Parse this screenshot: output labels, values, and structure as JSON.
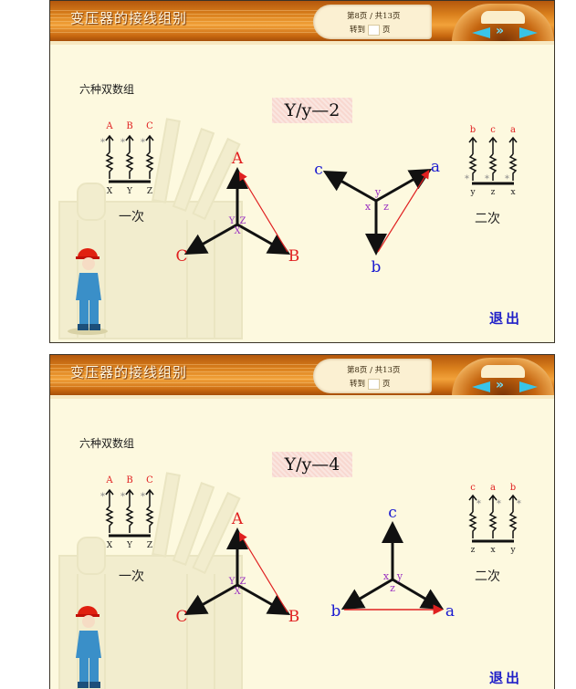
{
  "slides": [
    {
      "header": {
        "title": "变压器的接线组别",
        "page_info": "第8页 / 共13页",
        "goto_prefix": "转到",
        "goto_suffix": "页",
        "goto_value": "",
        "nav": {
          "prev_icon": "prev-arrow-icon",
          "fast_icon": "fast-forward-icon",
          "next_icon": "next-arrow-icon"
        }
      },
      "section_label": "六种双数组",
      "formula": "Y/y—2",
      "primary": {
        "top_labels": [
          "A",
          "B",
          "C"
        ],
        "bottom_labels": [
          "X",
          "Y",
          "Z"
        ],
        "caption": "一次"
      },
      "secondary": {
        "top_labels": [
          "b",
          "c",
          "a"
        ],
        "bottom_labels": [
          "y",
          "z",
          "x"
        ],
        "caption": "二次"
      },
      "primary_phasor": {
        "tips": [
          "A",
          "B",
          "C"
        ],
        "center": [
          "Y",
          "Z",
          "X"
        ]
      },
      "secondary_phasor": {
        "tips": [
          "a",
          "b",
          "c"
        ],
        "center": [
          "y",
          "x",
          "z"
        ]
      },
      "exit_label": "退出"
    },
    {
      "header": {
        "title": "变压器的接线组别",
        "page_info": "第8页 / 共13页",
        "goto_prefix": "转到",
        "goto_suffix": "页",
        "goto_value": "",
        "nav": {
          "prev_icon": "prev-arrow-icon",
          "fast_icon": "fast-forward-icon",
          "next_icon": "next-arrow-icon"
        }
      },
      "section_label": "六种双数组",
      "formula": "Y/y—4",
      "primary": {
        "top_labels": [
          "A",
          "B",
          "C"
        ],
        "bottom_labels": [
          "X",
          "Y",
          "Z"
        ],
        "caption": "一次"
      },
      "secondary": {
        "top_labels": [
          "c",
          "a",
          "b"
        ],
        "bottom_labels": [
          "z",
          "x",
          "y"
        ],
        "caption": "二次"
      },
      "primary_phasor": {
        "tips": [
          "A",
          "B",
          "C"
        ],
        "center": [
          "Y",
          "Z",
          "X"
        ]
      },
      "secondary_phasor": {
        "tips": [
          "c",
          "b",
          "a"
        ],
        "center": [
          "x",
          "y",
          "z"
        ]
      },
      "exit_label": "退出"
    }
  ],
  "colors": {
    "slide_bg": "#fdf9df",
    "header_orange": "#d97f1c",
    "primary_label": "#e02020",
    "secondary_label": "#1a1ad0",
    "neutral_label": "#9a30c0",
    "red_line": "#e02020",
    "exit": "#2020c8",
    "nav_arrow": "#39c4e8"
  }
}
